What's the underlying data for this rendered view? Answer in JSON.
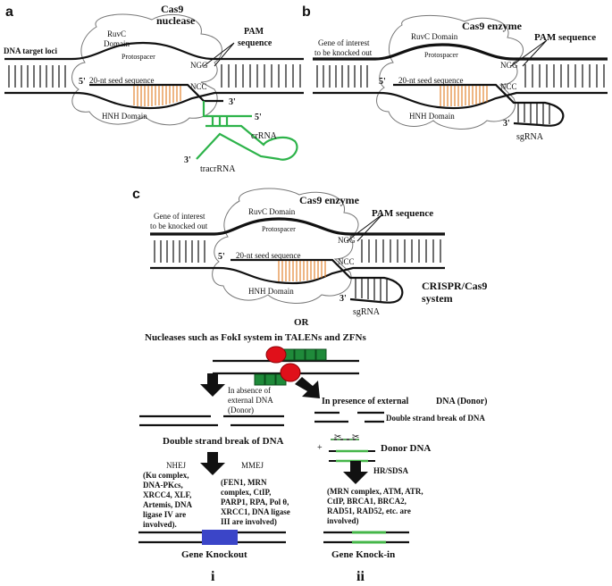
{
  "panel_a": {
    "letter": "a",
    "enzyme_line1": "Cas9",
    "enzyme_line2": "nuclease",
    "dna_target": "DNA target loci",
    "ruvc_line1": "RuvC",
    "ruvc_line2": "Domain",
    "protospacer": "Protospacer",
    "pam_line1": "PAM",
    "pam_line2": "sequence",
    "ngg": "NGG",
    "ncc": "NCC",
    "five_prime": "5'",
    "seed": "20-nt seed sequence",
    "three_prime_right": "3'",
    "five_prime_right": "5'",
    "hnh": "HNH Domain",
    "crrna": "crRNA",
    "three_prime_tracr": "3'",
    "tracrrna": "tracrRNA"
  },
  "panel_b": {
    "letter": "b",
    "enzyme": "Cas9 enzyme",
    "gene_line1": "Gene of interest",
    "gene_line2": "to be knocked out",
    "ruvc": "RuvC Domain",
    "protospacer": "Protospacer",
    "pam": "PAM sequence",
    "ngg": "NGG",
    "ncc": "NCC",
    "five_prime": "5'",
    "seed": "20-nt seed sequence",
    "hnh": "HNH Domain",
    "three_prime": "3'",
    "sgrna": "sgRNA"
  },
  "panel_c": {
    "letter": "c",
    "enzyme": "Cas9 enzyme",
    "gene_line1": "Gene of interest",
    "gene_line2": "to be knocked out",
    "ruvc": "RuvC Domain",
    "protospacer": "Protospacer",
    "pam": "PAM sequence",
    "ngg": "NGG",
    "ncc": "NCC",
    "five_prime": "5'",
    "seed": "20-nt seed sequence",
    "hnh": "HNH Domain",
    "three_prime": "3'",
    "sgrna": "sgRNA",
    "system_line1": "CRISPR/Cas9",
    "system_line2": "system"
  },
  "middle": {
    "or": "OR",
    "nucleases": "Nucleases such as FokI system in TALENs and ZFNs"
  },
  "left_branch": {
    "absence_line1": "In absence of",
    "absence_line2": "external DNA",
    "absence_line3": "(Donor)",
    "dsb": "Double strand break of DNA",
    "nhej_title": "NHEJ",
    "nhej_lines": [
      "(Ku complex,",
      "DNA-PKcs,",
      "XRCC4, XLF,",
      "Artemis, DNA",
      "ligase IV are",
      "involved)."
    ],
    "mmej_title": "MMEJ",
    "mmej_lines": [
      "(FEN1, MRN",
      "complex, CtIP,",
      "PARP1, RPA, Pol θ,",
      "XRCC1, DNA ligase",
      "III are involved)"
    ],
    "result": "Gene Knockout",
    "numeral": "i"
  },
  "right_branch": {
    "presence_a": "In presence of external",
    "presence_b": "DNA (Donor)",
    "dsb": "Double strand break of DNA",
    "plus": "+",
    "donor": "Donor DNA",
    "hr": "HR/SDSA",
    "hr_lines": [
      "(MRN complex, ATM, ATR,",
      "CtIP, BRCA1, BRCA2,",
      "RAD51, RAD52, etc. are",
      "involved)"
    ],
    "result": "Gene Knock-in",
    "numeral": "ii"
  },
  "colors": {
    "seed_hatch": "#e07a1f",
    "rna_green": "#2db34a",
    "talen_green": "#1f8a3a",
    "fokI_red": "#e0101a",
    "knockout_blue": "#3b45c8",
    "knockin_green": "#45b649"
  }
}
